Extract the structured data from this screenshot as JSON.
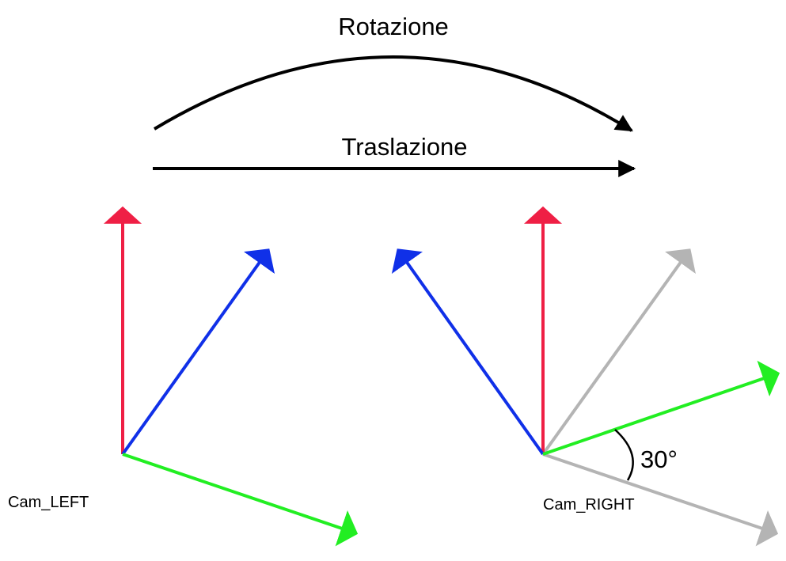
{
  "labels": {
    "rotation": "Rotazione",
    "translation": "Traslazione",
    "cam_left": "Cam_LEFT",
    "cam_right": "Cam_RIGHT",
    "angle": "30°"
  },
  "colors": {
    "black": "#000000",
    "red": "#ef1f45",
    "blue": "#1030e8",
    "green": "#22ee22",
    "gray": "#b4b4b4"
  }
}
